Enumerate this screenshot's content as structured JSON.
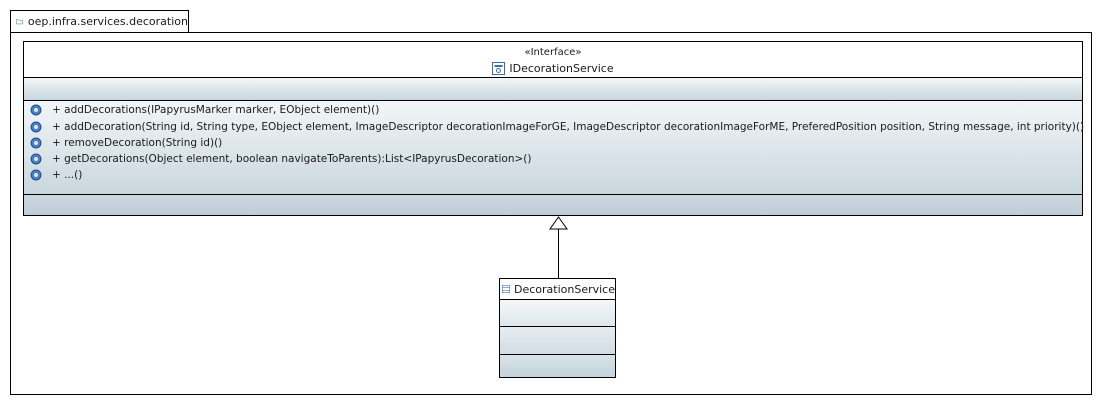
{
  "package": {
    "name": "oep.infra.services.decoration",
    "icon": "folder-icon"
  },
  "interface": {
    "stereotype": "«Interface»",
    "name": "IDecorationService",
    "icon": "interface-icon",
    "operations": [
      "+ addDecorations(IPapyrusMarker marker, EObject element)()",
      "+ addDecoration(String id, String type, EObject element, ImageDescriptor decorationImageForGE, ImageDescriptor decorationImageForME, PreferedPosition position, String message, int priority)()",
      "+ removeDecoration(String id)()",
      "+ getDecorations(Object element, boolean navigateToParents):List<IPapyrusDecoration>()",
      "+ ...()"
    ]
  },
  "class": {
    "name": "DecorationService",
    "icon": "class-icon"
  },
  "relation": {
    "type": "realization",
    "from": "DecorationService",
    "to": "IDecorationService"
  }
}
